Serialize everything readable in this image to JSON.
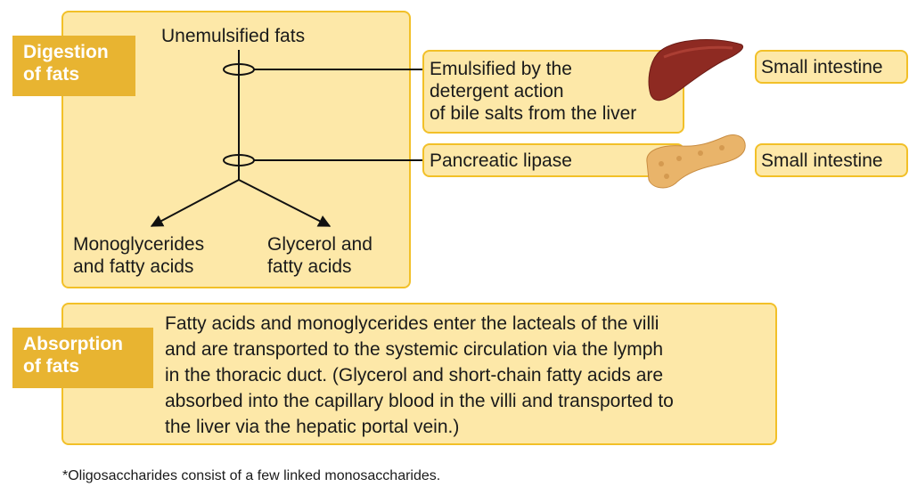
{
  "digestion": {
    "label_line1": "Digestion",
    "label_line2": "of fats",
    "start": "Unemulsified fats",
    "product_left_line1": "Monoglycerides",
    "product_left_line2": "and fatty acids",
    "product_right_line1": "Glycerol and",
    "product_right_line2": "fatty acids"
  },
  "step1": {
    "line1": "Emulsified by the",
    "line2": "detergent action",
    "line3": "of bile salts from the liver",
    "site": "Small intestine",
    "organ_icon": "liver-icon"
  },
  "step2": {
    "line1": "Pancreatic lipase",
    "site": "Small intestine",
    "organ_icon": "pancreas-icon"
  },
  "absorption": {
    "label_line1": "Absorption",
    "label_line2": "of fats",
    "lines": [
      "Fatty acids and monoglycerides enter the lacteals of the villi",
      "and are transported to the systemic circulation via the lymph",
      "in the thoracic duct. (Glycerol and short-chain fatty acids are",
      "absorbed into the capillary blood in the villi and transported to",
      "the liver via the hepatic portal vein.)"
    ]
  },
  "footnote": "*Oligosaccharides consist of a few linked monosaccharides.",
  "colors": {
    "box_fill": "#fde8a8",
    "box_border": "#f2c028",
    "label_fill": "#e8b431",
    "liver": "#8e2a22",
    "pancreas": "#e9b46a"
  }
}
